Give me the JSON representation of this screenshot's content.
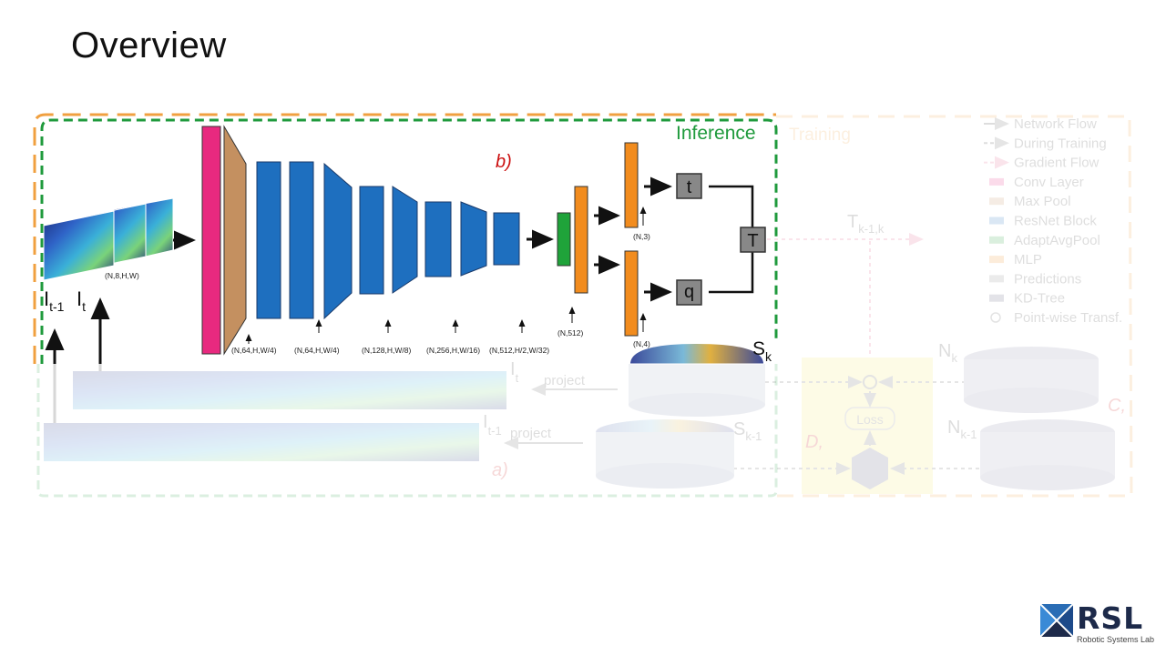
{
  "slide": {
    "title": "Overview"
  },
  "diagram": {
    "inference_label": "Inference",
    "training_label": "Training",
    "panel_b_label": "b)",
    "panel_a_label": "a)",
    "panel_c_label": "C,",
    "panel_d_label": "D,",
    "input_labels": {
      "i_t_minus_1": "I",
      "i_t_minus_1_sub": "t-1",
      "i_t": "I",
      "i_t_sub": "t"
    },
    "dimension_labels": {
      "input": "(N,8,H,W)",
      "conv": "(N,64,H,W/4)",
      "res1": "(N,64,H,W/4)",
      "res2": "(N,128,H,W/8)",
      "res3": "(N,256,H,W/16)",
      "res4": "(N,512,H/2,W/32)",
      "pool": "(N,512)",
      "mlp_t": "(N,3)",
      "mlp_q": "(N,4)"
    },
    "output_boxes": {
      "translation": "t",
      "rotation": "q",
      "transform": "T"
    },
    "scan_labels": {
      "s_k": "S",
      "s_k_sub": "k",
      "s_k_minus_1": "S",
      "s_k_minus_1_sub": "k-1",
      "n_k": "N",
      "n_k_sub": "k",
      "n_k_minus_1": "N",
      "n_k_minus_1_sub": "k-1",
      "i_t_proj": "I",
      "i_t_proj_sub": "t",
      "i_t_minus_1_proj": "I",
      "i_t_minus_1_proj_sub": "t-1",
      "project_1": "project",
      "project_2": "project",
      "t_k_minus_1_k": "T",
      "t_k_minus_1_k_sub": "k-1,k",
      "loss": "Loss"
    },
    "legend": [
      {
        "label": "Network Flow",
        "kind": "arrow-solid"
      },
      {
        "label": "During Training",
        "kind": "arrow-dashed"
      },
      {
        "label": "Gradient Flow",
        "kind": "arrow-dashed-pink"
      },
      {
        "label": "Conv Layer",
        "kind": "swatch",
        "color": "#e8297f"
      },
      {
        "label": "Max Pool",
        "kind": "swatch",
        "color": "#c49060"
      },
      {
        "label": "ResNet Block",
        "kind": "swatch",
        "color": "#1e6fbf"
      },
      {
        "label": "AdaptAvgPool",
        "kind": "swatch",
        "color": "#1fa33a"
      },
      {
        "label": "MLP",
        "kind": "swatch",
        "color": "#f28c1e"
      },
      {
        "label": "Predictions",
        "kind": "swatch",
        "color": "#888888"
      },
      {
        "label": "KD-Tree",
        "kind": "swatch",
        "color": "#555577"
      },
      {
        "label": "Point-wise Transf.",
        "kind": "circle"
      }
    ],
    "colors": {
      "conv": "#e8297f",
      "maxpool": "#c49060",
      "resnet": "#1e6fbf",
      "pool": "#1fa33a",
      "mlp": "#f28c1e",
      "prediction": "#888888",
      "inference_border": "#1f9a3c",
      "training_border": "#f0a040",
      "red_label": "#cc1111",
      "pink": "#e35b8a",
      "loss_bg": "#f5e96a"
    }
  },
  "logo": {
    "text": "RSL",
    "subtitle": "Robotic Systems Lab"
  }
}
